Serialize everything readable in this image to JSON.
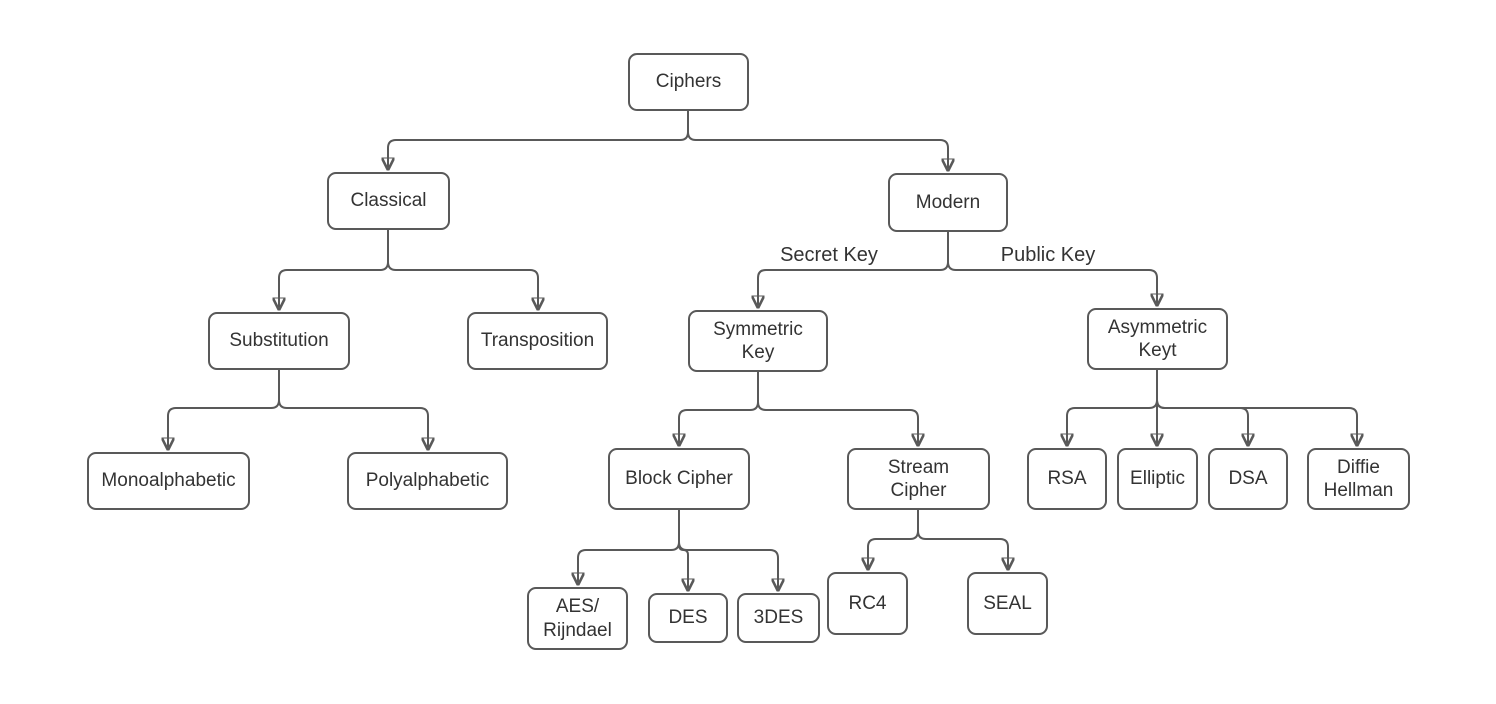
{
  "diagram": {
    "type": "tree",
    "nodes": {
      "ciphers": {
        "label": "Ciphers"
      },
      "classical": {
        "label": "Classical"
      },
      "modern": {
        "label": "Modern"
      },
      "substitution": {
        "label": "Substitution"
      },
      "transposition": {
        "label": "Transposition"
      },
      "monoalphabetic": {
        "label": "Monoalphabetic"
      },
      "polyalphabetic": {
        "label": "Polyalphabetic"
      },
      "symmetric_key": {
        "label": "Symmetric\nKey"
      },
      "asymmetric_key": {
        "label": "Asymmetric\nKeyt"
      },
      "block_cipher": {
        "label": "Block Cipher"
      },
      "stream_cipher": {
        "label": "Stream\nCipher"
      },
      "aes_rijndael": {
        "label": "AES/\nRijndael"
      },
      "des": {
        "label": "DES"
      },
      "triple_des": {
        "label": "3DES"
      },
      "rc4": {
        "label": "RC4"
      },
      "seal": {
        "label": "SEAL"
      },
      "rsa": {
        "label": "RSA"
      },
      "elliptic": {
        "label": "Elliptic"
      },
      "dsa": {
        "label": "DSA"
      },
      "diffie_hellman": {
        "label": "Diffie\nHellman"
      }
    },
    "edge_labels": {
      "secret_key": "Secret Key",
      "public_key": "Public Key"
    },
    "edges": [
      {
        "from": "ciphers",
        "to": "classical"
      },
      {
        "from": "ciphers",
        "to": "modern"
      },
      {
        "from": "classical",
        "to": "substitution"
      },
      {
        "from": "classical",
        "to": "transposition"
      },
      {
        "from": "substitution",
        "to": "monoalphabetic"
      },
      {
        "from": "substitution",
        "to": "polyalphabetic"
      },
      {
        "from": "modern",
        "to": "symmetric_key",
        "label": "Secret Key"
      },
      {
        "from": "modern",
        "to": "asymmetric_key",
        "label": "Public Key"
      },
      {
        "from": "symmetric_key",
        "to": "block_cipher"
      },
      {
        "from": "symmetric_key",
        "to": "stream_cipher"
      },
      {
        "from": "asymmetric_key",
        "to": "rsa"
      },
      {
        "from": "asymmetric_key",
        "to": "elliptic"
      },
      {
        "from": "asymmetric_key",
        "to": "dsa"
      },
      {
        "from": "asymmetric_key",
        "to": "diffie_hellman"
      },
      {
        "from": "block_cipher",
        "to": "aes_rijndael"
      },
      {
        "from": "block_cipher",
        "to": "des"
      },
      {
        "from": "block_cipher",
        "to": "triple_des"
      },
      {
        "from": "stream_cipher",
        "to": "rc4"
      },
      {
        "from": "stream_cipher",
        "to": "seal"
      }
    ],
    "colors": {
      "node_border": "#595959",
      "connector": "#595959",
      "text": "#333333",
      "node_fill": "#ffffff",
      "background": "#ffffff"
    }
  }
}
